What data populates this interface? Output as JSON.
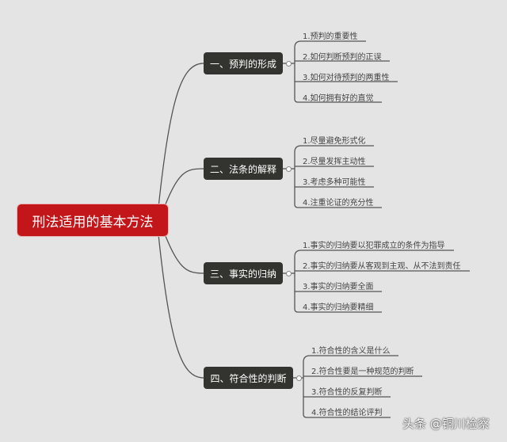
{
  "root": "刑法适用的基本方法",
  "branches": [
    {
      "label": "一、预判的形成",
      "leaves": [
        "1.预判的重要性",
        "2.如何判断预判的正误",
        "3.如何对待预判的两重性",
        "4.如何拥有好的直觉"
      ]
    },
    {
      "label": "二、法条的解释",
      "leaves": [
        "1.尽量避免形式化",
        "2.尽量发挥主动性",
        "3.考虑多种可能性",
        "4.注重论证的充分性"
      ]
    },
    {
      "label": "三、事实的归纳",
      "leaves": [
        "1.事实的归纳要以犯罪成立的条件为指导",
        "2.事实的归纳要从客观到主观、从不法到责任",
        "3.事实的归纳要全面",
        "4.事实的归纳要精细"
      ]
    },
    {
      "label": "四、符合性的判断",
      "leaves": [
        "1.符合性的含义是什么",
        "2.符合性要是一种规范的判断",
        "3.符合性的反复判断",
        "4.符合性的结论评判"
      ]
    }
  ],
  "watermark": "头条 @铜川检察",
  "colors": {
    "root": "#c3161a",
    "branch": "#33332f",
    "line": "#555555"
  }
}
